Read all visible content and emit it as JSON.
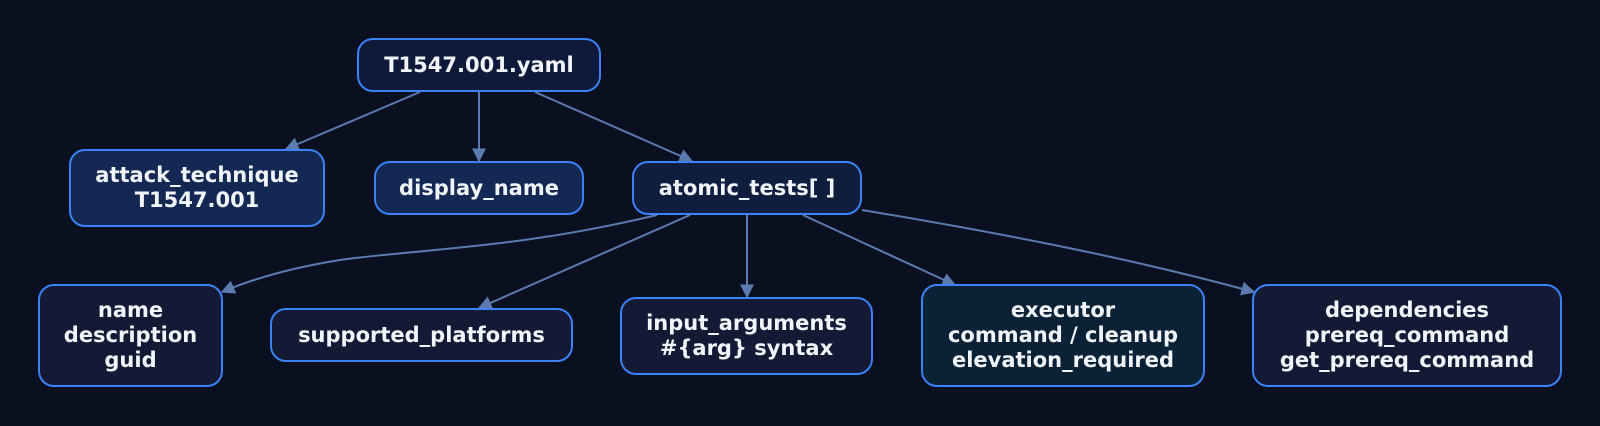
{
  "diagram": {
    "root": {
      "lines": [
        "T1547.001.yaml"
      ]
    },
    "attack_technique": {
      "lines": [
        "attack_technique",
        "T1547.001"
      ]
    },
    "display_name": {
      "lines": [
        "display_name"
      ]
    },
    "atomic_tests": {
      "lines": [
        "atomic_tests[ ]"
      ]
    },
    "name_group": {
      "lines": [
        "name",
        "description",
        "guid"
      ]
    },
    "supported_platforms": {
      "lines": [
        "supported_platforms"
      ]
    },
    "input_arguments": {
      "lines": [
        "input_arguments",
        "#{arg} syntax"
      ]
    },
    "executor": {
      "lines": [
        "executor",
        "command / cleanup",
        "elevation_required"
      ]
    },
    "dependencies": {
      "lines": [
        "dependencies",
        "prereq_command",
        "get_prereq_command"
      ]
    }
  },
  "colors": {
    "background": "#0b1020",
    "node_border": "#3b82f6",
    "edge": "#5b7bb0",
    "text": "#f1f5f9"
  }
}
